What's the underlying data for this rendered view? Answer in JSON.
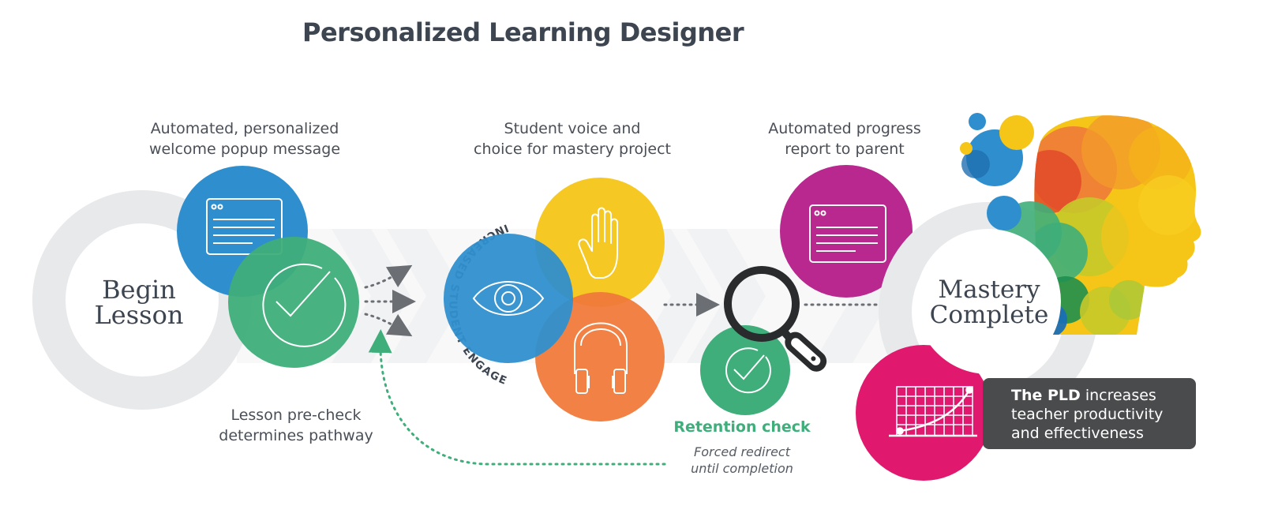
{
  "title": "Personalized Learning Designer",
  "captions": {
    "welcome": [
      "Automated, personalized",
      "welcome popup message"
    ],
    "precheck": [
      "Lesson pre-check",
      "determines pathway"
    ],
    "voice": [
      "Student voice and",
      "choice for mastery project"
    ],
    "progress": [
      "Automated progress",
      "report to parent"
    ]
  },
  "begin": [
    "Begin",
    "Lesson"
  ],
  "mastery": [
    "Mastery",
    "Complete"
  ],
  "engagement_arc": "INCREASED STUDENT ENGAGEMENT",
  "retention": {
    "label": "Retention check",
    "note": [
      "Forced redirect",
      "until completion"
    ]
  },
  "callout": {
    "bold": "The PLD",
    "line1_rest": " increases",
    "line2": "teacher productivity",
    "line3": "and effectiveness"
  },
  "colors": {
    "blue": "#2f8fce",
    "green": "#3fae7a",
    "yellow": "#f5c518",
    "orange": "#f07a3a",
    "magenta": "#b8288e",
    "pink": "#e0196e",
    "gray_ring": "#e8e9eb",
    "chevron": "#f1f2f4",
    "dark_text": "#3d4551"
  },
  "icons": [
    "window-icon",
    "checkmark-icon",
    "eye-icon",
    "hand-icon",
    "headphones-icon",
    "magnifier-icon",
    "chart-icon",
    "head-silhouette"
  ]
}
